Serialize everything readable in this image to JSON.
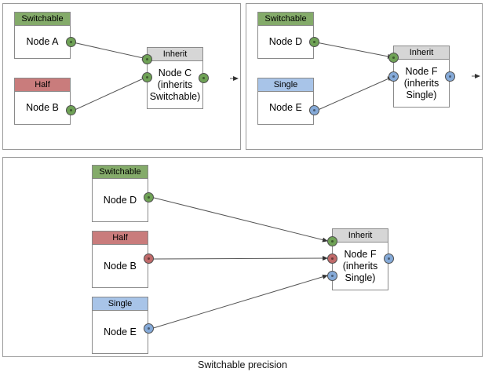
{
  "diagram": {
    "caption": "Switchable precision",
    "colors": {
      "switchable": "#84ab6a",
      "half": "#c97c7c",
      "single": "#a8c4e8",
      "inherit": "#d6d6d6",
      "port_green": "#6fa256",
      "port_red": "#c06a6a",
      "port_blue": "#85aad8",
      "wire": "#555555",
      "panel_border": "#9a9a9a"
    },
    "panels": [
      {
        "id": "panel-top-left",
        "nodes": [
          {
            "id": "node-a",
            "header": "Switchable",
            "body": "Node A"
          },
          {
            "id": "node-b",
            "header": "Half",
            "body": "Node B"
          },
          {
            "id": "node-c",
            "header": "Inherit",
            "body": "Node C\n(inherits\nSwitchable)"
          }
        ],
        "ports": [
          {
            "id": "port-a-out",
            "color": "green"
          },
          {
            "id": "port-b-out",
            "color": "green"
          },
          {
            "id": "port-c-in-1",
            "color": "green"
          },
          {
            "id": "port-c-in-2",
            "color": "green"
          },
          {
            "id": "port-c-out",
            "color": "green"
          }
        ],
        "edges": [
          {
            "from": "port-a-out",
            "to": "port-c-in-1"
          },
          {
            "from": "port-b-out",
            "to": "port-c-in-2"
          },
          {
            "from": "port-c-out",
            "to": "arrow-out"
          }
        ]
      },
      {
        "id": "panel-top-right",
        "nodes": [
          {
            "id": "node-d",
            "header": "Switchable",
            "body": "Node D"
          },
          {
            "id": "node-e",
            "header": "Single",
            "body": "Node E"
          },
          {
            "id": "node-f",
            "header": "Inherit",
            "body": "Node F\n(inherits\nSingle)"
          }
        ],
        "ports": [
          {
            "id": "port-d-out",
            "color": "green"
          },
          {
            "id": "port-e-out",
            "color": "blue"
          },
          {
            "id": "port-f-in-1",
            "color": "green"
          },
          {
            "id": "port-f-in-2",
            "color": "blue"
          },
          {
            "id": "port-f-out",
            "color": "blue"
          }
        ],
        "edges": [
          {
            "from": "port-d-out",
            "to": "port-f-in-1"
          },
          {
            "from": "port-e-out",
            "to": "port-f-in-2"
          },
          {
            "from": "port-f-out",
            "to": "arrow-out"
          }
        ]
      },
      {
        "id": "panel-bottom",
        "nodes": [
          {
            "id": "node-d2",
            "header": "Switchable",
            "body": "Node D"
          },
          {
            "id": "node-b2",
            "header": "Half",
            "body": "Node B"
          },
          {
            "id": "node-e2",
            "header": "Single",
            "body": "Node E"
          },
          {
            "id": "node-f2",
            "header": "Inherit",
            "body": "Node F\n(inherits\nSingle)"
          }
        ],
        "ports": [
          {
            "id": "port-d2-out",
            "color": "green"
          },
          {
            "id": "port-b2-out",
            "color": "red"
          },
          {
            "id": "port-e2-out",
            "color": "blue"
          },
          {
            "id": "port-f2-in-1",
            "color": "green"
          },
          {
            "id": "port-f2-in-2",
            "color": "red"
          },
          {
            "id": "port-f2-in-3",
            "color": "blue"
          },
          {
            "id": "port-f2-out",
            "color": "blue"
          }
        ],
        "edges": [
          {
            "from": "port-d2-out",
            "to": "port-f2-in-1"
          },
          {
            "from": "port-b2-out",
            "to": "port-f2-in-2"
          },
          {
            "from": "port-e2-out",
            "to": "port-f2-in-3"
          }
        ]
      }
    ]
  }
}
